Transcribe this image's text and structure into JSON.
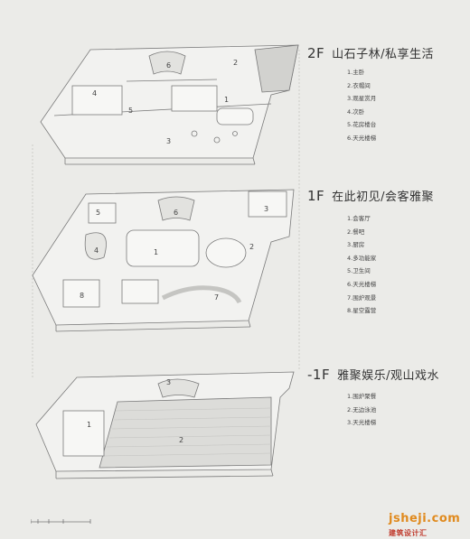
{
  "floors": [
    {
      "level": "2F",
      "title": "山石子林/私享生活",
      "rooms": [
        "1.主卧",
        "2.衣帽间",
        "3.观星赏月",
        "4.次卧",
        "5.花房楼台",
        "6.天光楼梯"
      ],
      "plan_numbers": [
        "1",
        "2",
        "3",
        "4",
        "5",
        "6"
      ]
    },
    {
      "level": "1F",
      "title": "在此初见/会客雅聚",
      "rooms": [
        "1.会客厅",
        "2.餐吧",
        "3.厨房",
        "4.多功能家",
        "5.卫生间",
        "6.天光楼梯",
        "7.围炉观景",
        "8.星空露营"
      ],
      "plan_numbers": [
        "1",
        "2",
        "3",
        "4",
        "5",
        "6",
        "7",
        "8"
      ]
    },
    {
      "level": "-1F",
      "title": "雅聚娱乐/观山戏水",
      "rooms": [
        "1.围炉聚餐",
        "2.无边泳池",
        "3.天光楼梯"
      ],
      "plan_numbers": [
        "1",
        "2",
        "3"
      ]
    }
  ],
  "watermark": {
    "text": "jsheji.com",
    "brand": "建筑设计汇"
  },
  "colors": {
    "background": "#ebebe8",
    "line": "#7a7a7a",
    "fill_dark": "#cfcfcc",
    "accent": "#e08a1e"
  }
}
